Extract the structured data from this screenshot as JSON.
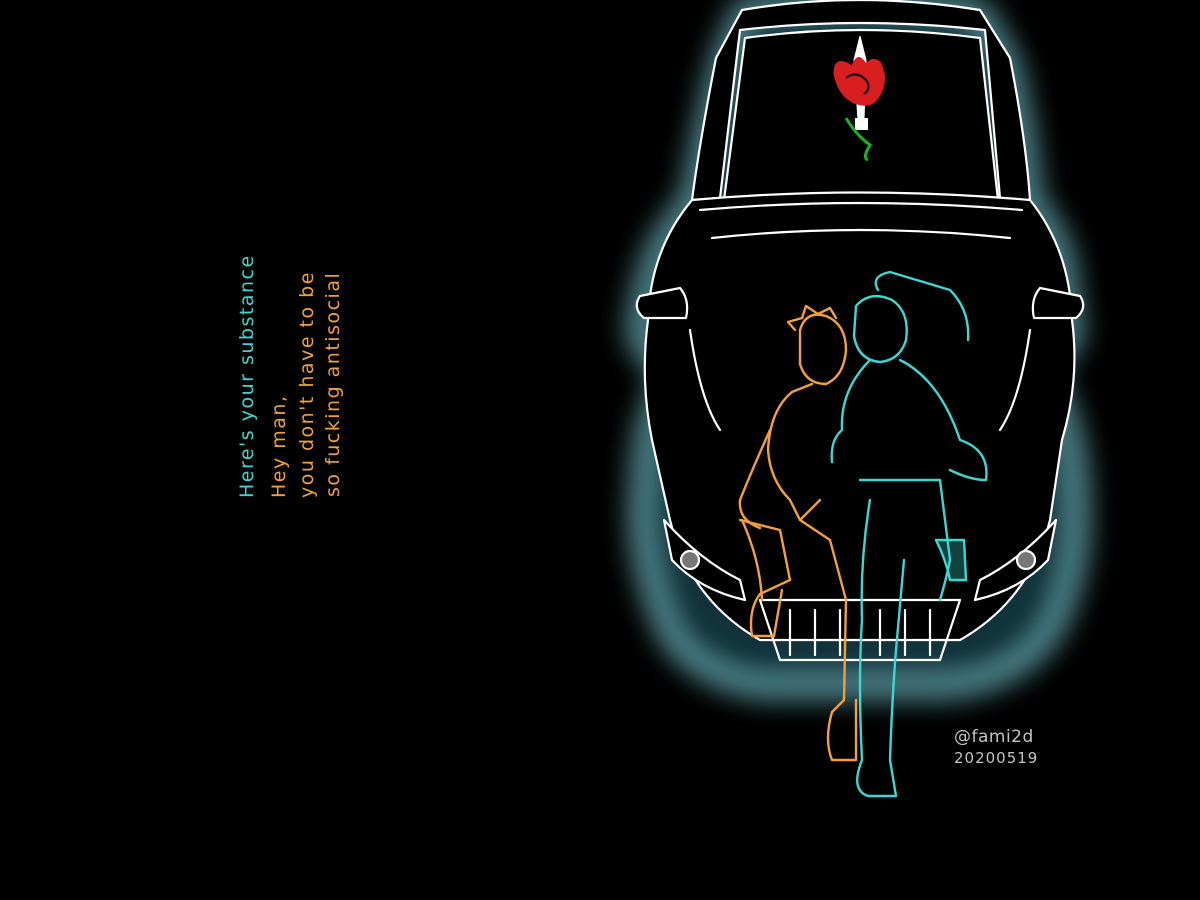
{
  "lyrics": {
    "line_1": "Here's your substance",
    "line_2": "Hey man,",
    "line_3": "you don't have to be",
    "line_4": "so fucking antisocial"
  },
  "signature": {
    "handle": "@fami2d",
    "date": "20200519"
  },
  "colors": {
    "background": "#000000",
    "car_outline": "#ffffff",
    "car_glow": "#7fd6e0",
    "figure_left": "#f3a03a",
    "figure_right": "#3ed6d2",
    "line_1_color": "#3ed6d2",
    "lyrics_color": "#f3a03a",
    "rose_red": "#d81e1e",
    "stem_green": "#19b31f",
    "signature_color": "#c4c4c4"
  }
}
